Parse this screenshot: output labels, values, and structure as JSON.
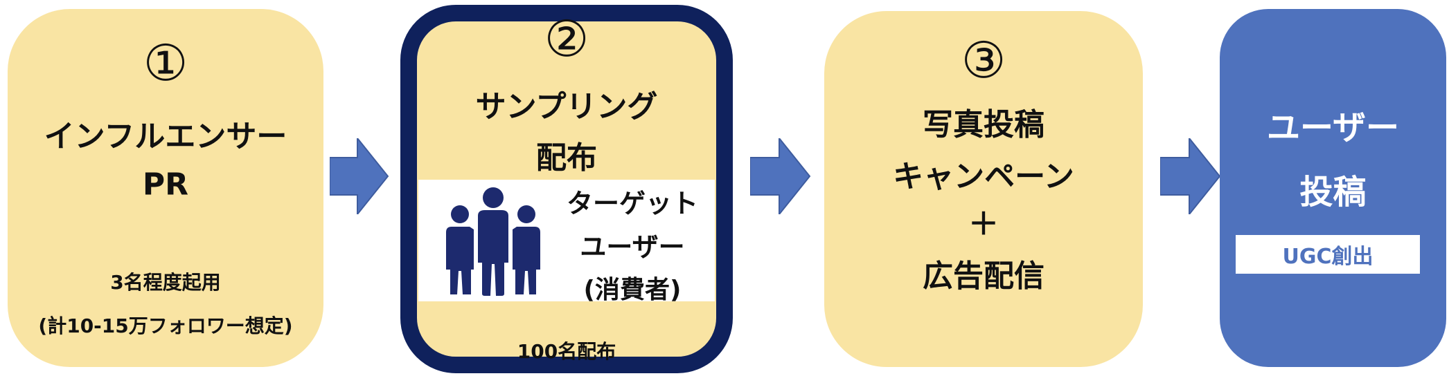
{
  "colors": {
    "box_fill": "#f9e4a3",
    "highlight_border": "#0f215c",
    "arrow": "#4f72bd",
    "people_icon": "#1d2a6e",
    "final_box": "#4f72bd"
  },
  "steps": [
    {
      "number": "①",
      "title_line1": "インフルエンサー",
      "title_line2": "PR",
      "note_line1": "3名程度起用",
      "note_line2": "(計10-15万フォロワー想定)"
    },
    {
      "number": "②",
      "title_line1": "サンプリング",
      "title_line2": "配布",
      "target_line1": "ターゲット",
      "target_line2": "ユーザー",
      "target_line3": "(消費者)",
      "target_icon": "people-group-icon",
      "note": "100名配布"
    },
    {
      "number": "③",
      "title_line1": "写真投稿",
      "title_line2": "キャンペーン",
      "plus": "＋",
      "title_line3": "広告配信"
    }
  ],
  "result": {
    "title_line1": "ユーザー",
    "title_line2": "投稿",
    "badge": "UGC創出"
  },
  "arrows": [
    "arrow-right-icon",
    "arrow-right-icon",
    "arrow-right-icon"
  ]
}
